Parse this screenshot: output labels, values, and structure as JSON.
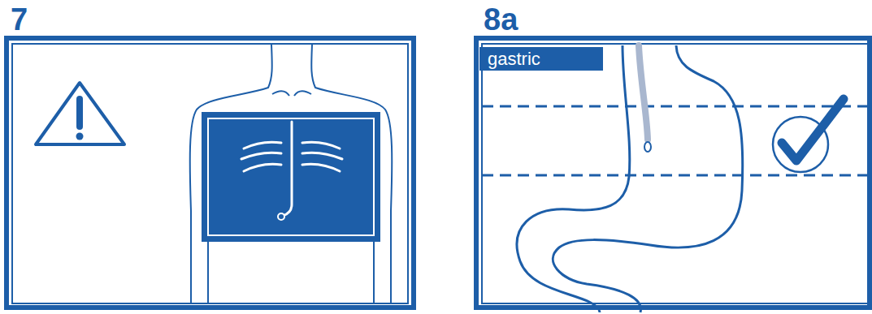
{
  "diagram": {
    "nodes": [
      {
        "text": [
          "7"
        ]
      },
      {
        "text": [
          "8a"
        ]
      },
      {
        "text": [
          "gastric"
        ],
        "in": 1
      }
    ]
  }
}
